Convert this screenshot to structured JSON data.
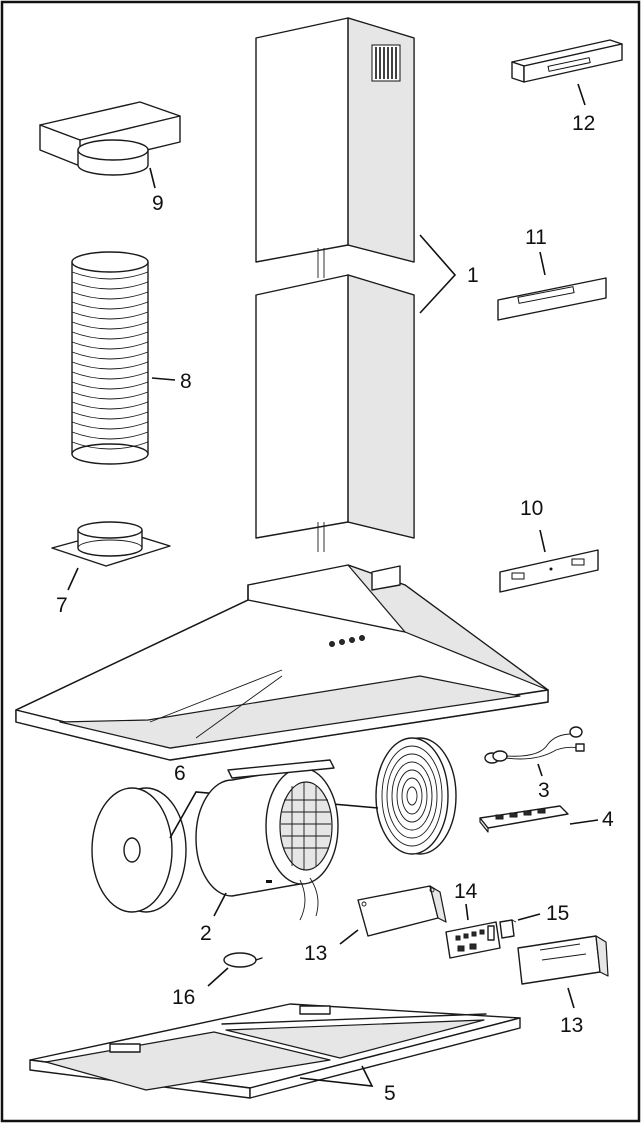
{
  "part_labels": {
    "p1": "1",
    "p2": "2",
    "p3": "3",
    "p4": "4",
    "p5": "5",
    "p6": "6",
    "p7": "7",
    "p8": "8",
    "p9": "9",
    "p10": "10",
    "p11": "11",
    "p12": "12",
    "p13a": "13",
    "p13b": "13",
    "p14": "14",
    "p15": "15",
    "p16": "16"
  }
}
